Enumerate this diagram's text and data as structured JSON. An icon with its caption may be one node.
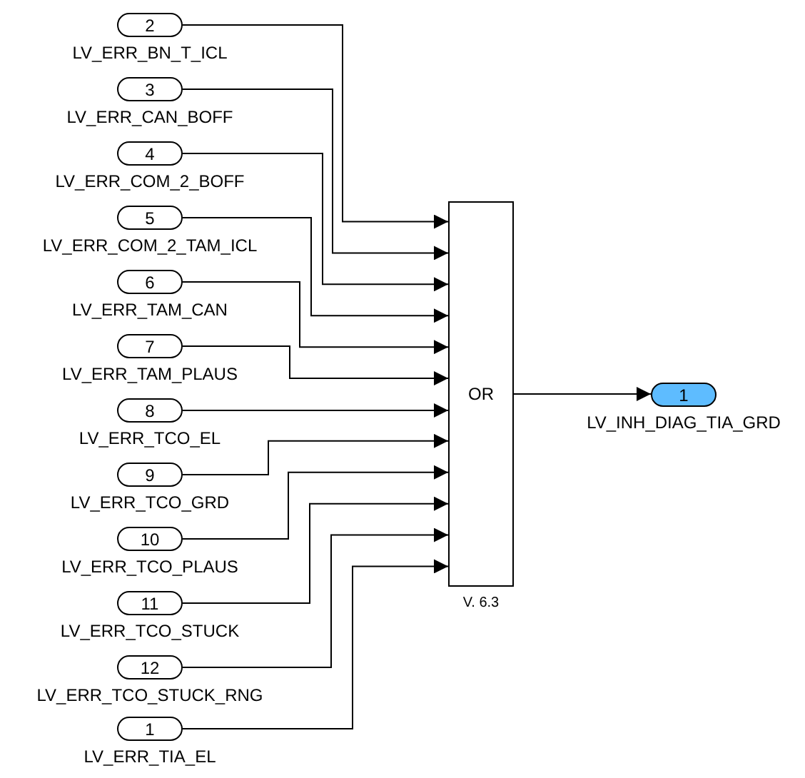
{
  "diagram": {
    "nodes": [
      {
        "text": [
          "2"
        ],
        "beside": [
          "LV_ERR_BN_T_ICL"
        ]
      },
      {
        "text": [
          "3"
        ],
        "beside": [
          "LV_ERR_CAN_BOFF"
        ]
      },
      {
        "text": [
          "4"
        ],
        "beside": [
          "LV_ERR_COM_2_BOFF"
        ]
      },
      {
        "text": [
          "5"
        ],
        "beside": [
          "LV_ERR_COM_2_TAM_ICL"
        ]
      },
      {
        "text": [
          "6"
        ],
        "beside": [
          "LV_ERR_TAM_CAN"
        ]
      },
      {
        "text": [
          "7"
        ],
        "beside": [
          "LV_ERR_TAM_PLAUS"
        ]
      },
      {
        "text": [
          "8"
        ],
        "beside": [
          "LV_ERR_TCO_EL"
        ]
      },
      {
        "text": [
          "9"
        ],
        "beside": [
          "LV_ERR_TCO_GRD"
        ]
      },
      {
        "text": [
          "10"
        ],
        "beside": [
          "LV_ERR_TCO_PLAUS"
        ]
      },
      {
        "text": [
          "11"
        ],
        "beside": [
          "LV_ERR_TCO_STUCK"
        ]
      },
      {
        "text": [
          "12"
        ],
        "beside": [
          "LV_ERR_TCO_STUCK_RNG"
        ]
      },
      {
        "text": [
          "1"
        ],
        "beside": [
          "LV_ERR_TIA_EL"
        ]
      },
      {
        "text": [
          "OR"
        ],
        "beside": [
          "V. 6.3"
        ]
      },
      {
        "text": [
          "1"
        ],
        "beside": [
          "LV_INH_DIAG_TIA_GRD"
        ]
      }
    ],
    "edges": [
      {
        "from": 0,
        "to": 12,
        "arrow": "to"
      },
      {
        "from": 1,
        "to": 12,
        "arrow": "to"
      },
      {
        "from": 2,
        "to": 12,
        "arrow": "to"
      },
      {
        "from": 3,
        "to": 12,
        "arrow": "to"
      },
      {
        "from": 4,
        "to": 12,
        "arrow": "to"
      },
      {
        "from": 5,
        "to": 12,
        "arrow": "to"
      },
      {
        "from": 6,
        "to": 12,
        "arrow": "to"
      },
      {
        "from": 7,
        "to": 12,
        "arrow": "to"
      },
      {
        "from": 8,
        "to": 12,
        "arrow": "to"
      },
      {
        "from": 9,
        "to": 12,
        "arrow": "to"
      },
      {
        "from": 10,
        "to": 12,
        "arrow": "to"
      },
      {
        "from": 11,
        "to": 12,
        "arrow": "to"
      },
      {
        "from": 12,
        "to": 13,
        "arrow": "to"
      }
    ]
  }
}
